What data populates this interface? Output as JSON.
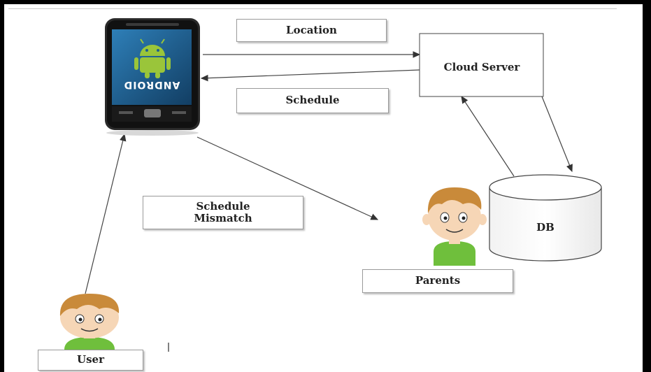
{
  "diagram": {
    "phone_brand": "ANDROID",
    "labels": {
      "location": "Location",
      "schedule": "Schedule",
      "cloud_server": "Cloud Server",
      "schedule_mismatch_line1": "Schedule",
      "schedule_mismatch_line2": "Mismatch",
      "db": "DB",
      "parents": "Parents",
      "user": "User"
    }
  },
  "colors": {
    "android_green": "#9ac53a",
    "phone_screen": "#1e5f8e",
    "skin": "#f6d6b6",
    "hair": "#c98a3a",
    "shirt": "#6fbf3c"
  }
}
